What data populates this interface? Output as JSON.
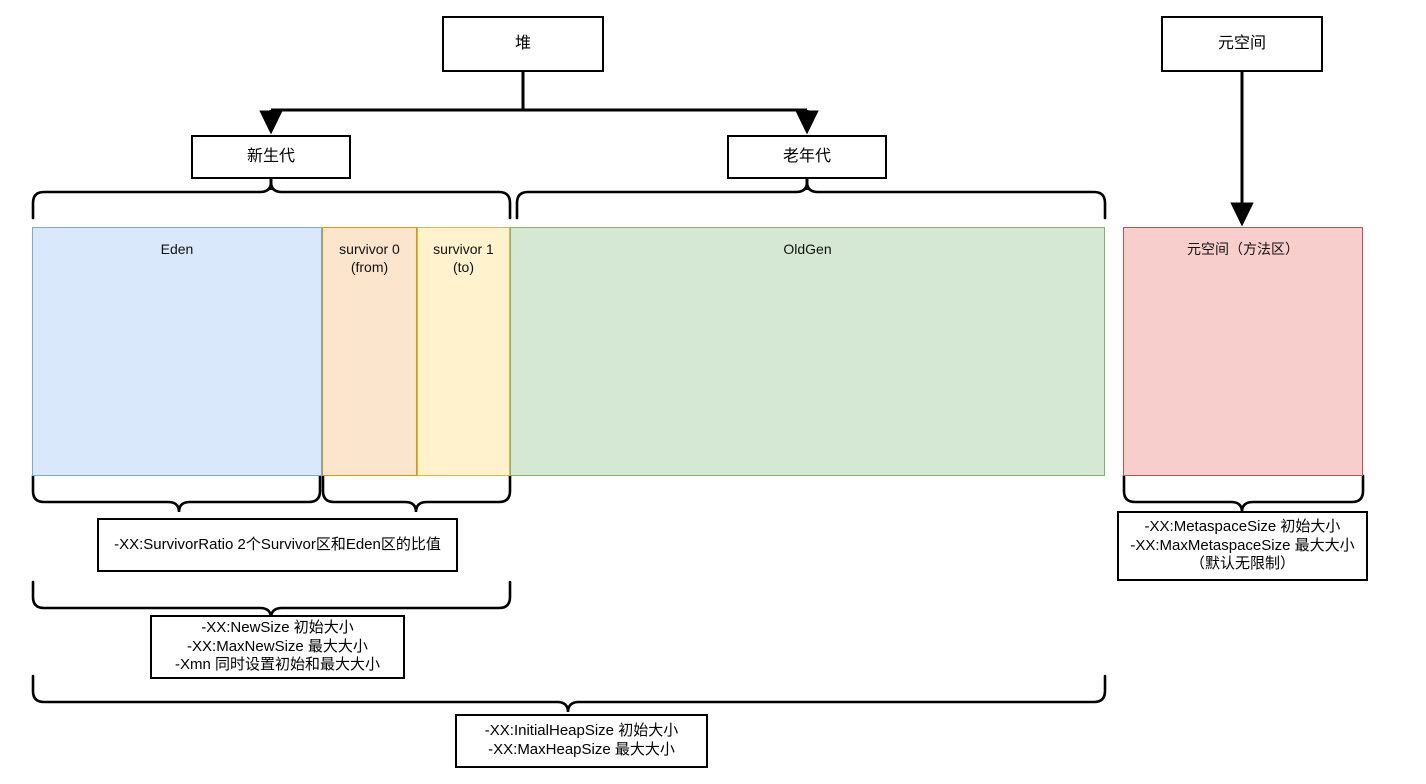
{
  "diagram": {
    "title_nodes": {
      "heap": "堆",
      "metaspace": "元空间",
      "young_gen": "新生代",
      "old_gen": "老年代"
    },
    "regions": {
      "eden": "Eden",
      "survivor0": "survivor 0\n(from)",
      "survivor1": "survivor 1\n(to)",
      "oldgen": "OldGen",
      "metaspace": "元空间（方法区）"
    },
    "notes": {
      "survivor_ratio": "-XX:SurvivorRatio 2个Survivor区和Eden区的比值",
      "new_size": "-XX:NewSize 初始大小\n-XX:MaxNewSize 最大大小\n-Xmn 同时设置初始和最大大小",
      "heap_size": "-XX:InitialHeapSize 初始大小\n-XX:MaxHeapSize 最大大小",
      "metaspace_size": "-XX:MetaspaceSize 初始大小\n-XX:MaxMetaspaceSize 最大大小\n（默认无限制）"
    },
    "colors": {
      "eden_fill": "#dae8fc",
      "eden_stroke": "#7ea6dd",
      "survivor0_fill": "#fce5cd",
      "survivor0_stroke": "#d79b00",
      "survivor1_fill": "#fff2cc",
      "survivor1_stroke": "#d6b656",
      "oldgen_fill": "#d5e8d4",
      "oldgen_stroke": "#82b366",
      "metaspace_fill": "#f8cecc",
      "metaspace_stroke": "#b85450",
      "line": "#000000",
      "background": "#ffffff"
    }
  }
}
